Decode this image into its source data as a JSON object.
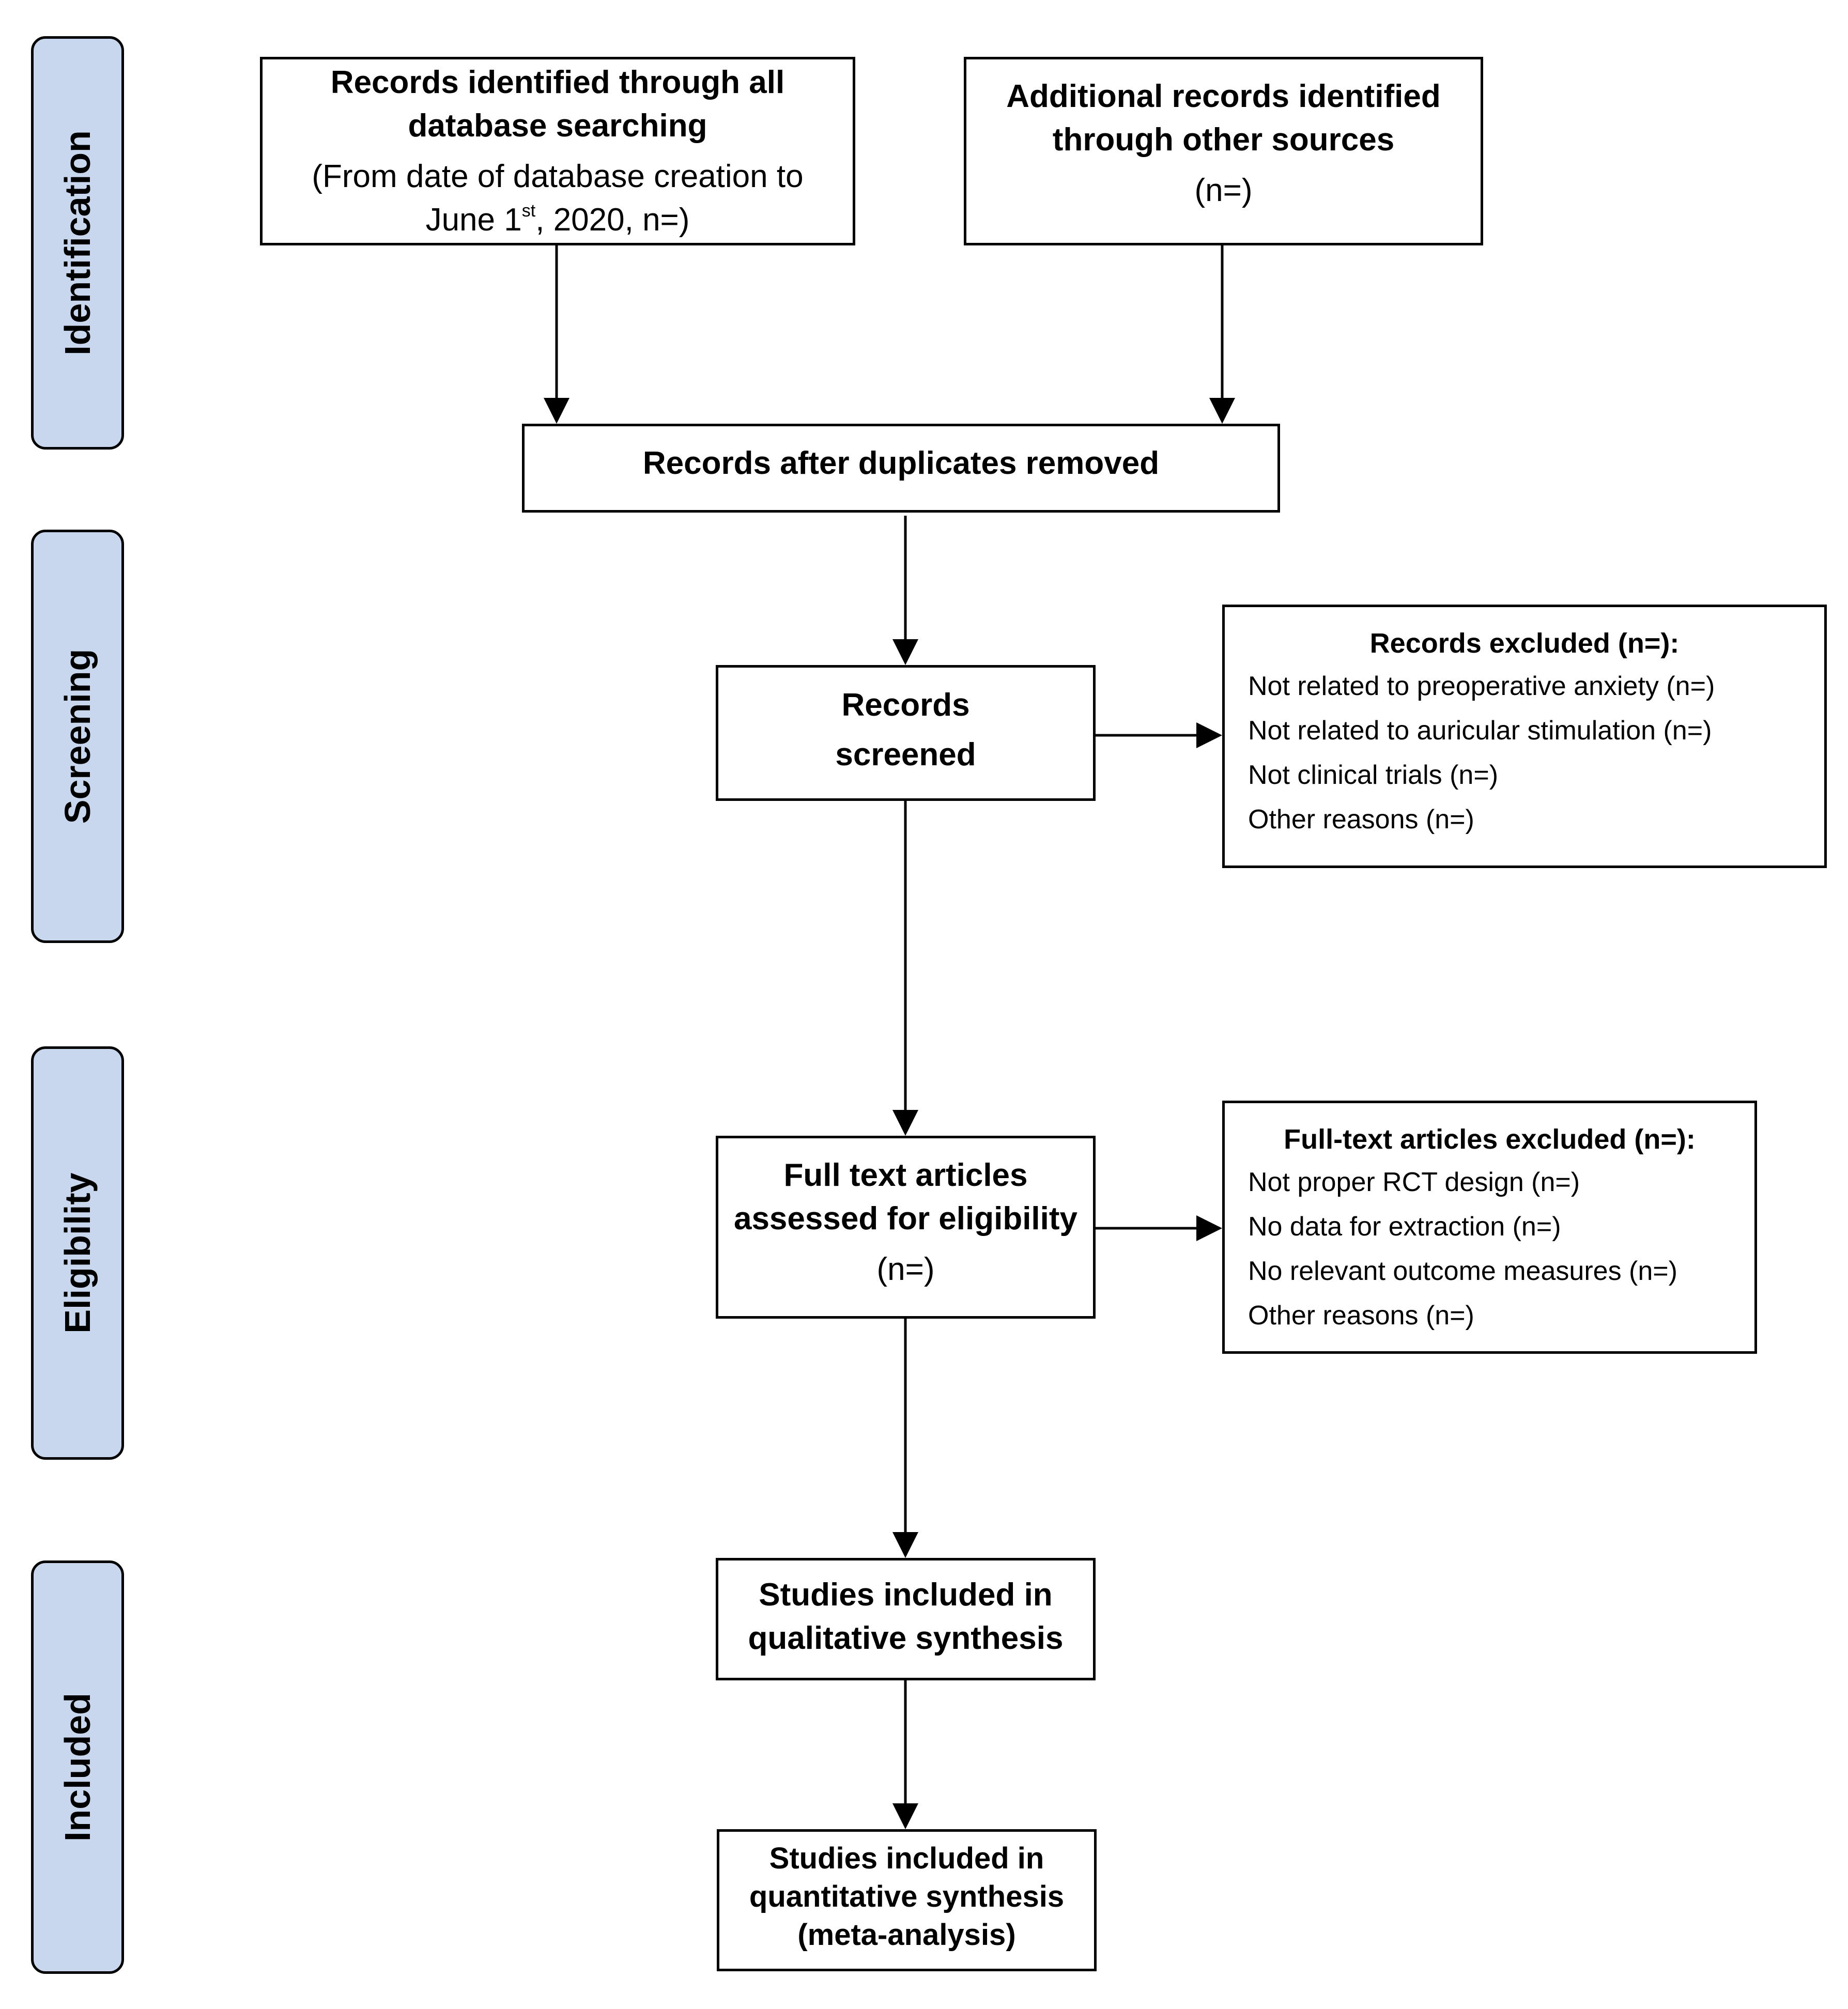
{
  "phases": {
    "identification": "Identification",
    "screening": "Screening",
    "eligibility": "Eligibility",
    "included": "Included"
  },
  "boxes": {
    "database": {
      "line1": "Records identified through all",
      "line2": "database searching",
      "line3": "(From date of database creation to",
      "line4_pre": "June 1",
      "line4_sup": "st",
      "line4_post": ", 2020, n=)"
    },
    "other_sources": {
      "line1": "Additional records identified",
      "line2": "through other sources",
      "line3": "(n=)"
    },
    "duplicates_removed": "Records after duplicates removed",
    "screened": {
      "line1": "Records",
      "line2": "screened"
    },
    "fulltext": {
      "line1": "Full text articles",
      "line2": "assessed for eligibility",
      "line3": "(n=)"
    },
    "qualitative": {
      "line1": "Studies included in",
      "line2": "qualitative synthesis"
    },
    "quantitative": {
      "line1": "Studies included in",
      "line2": "quantitative synthesis",
      "line3": "(meta-analysis)"
    }
  },
  "records_excluded": {
    "title": "Records excluded (n=):",
    "items": [
      "Not related to preoperative anxiety (n=)",
      "Not related to auricular stimulation (n=)",
      "Not clinical trials (n=)",
      "Other reasons (n=)"
    ]
  },
  "fulltext_excluded": {
    "title": "Full-text articles excluded (n=):",
    "items": [
      "Not proper RCT design (n=)",
      "No data for extraction (n=)",
      "No relevant outcome measures (n=)",
      "Other reasons (n=)"
    ]
  }
}
